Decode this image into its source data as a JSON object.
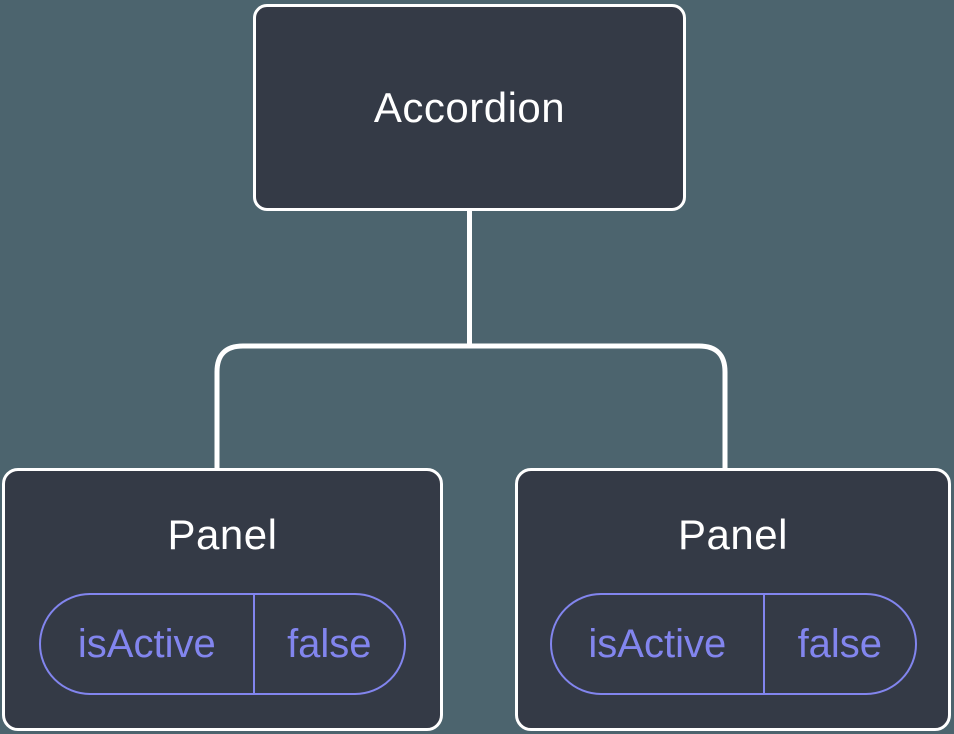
{
  "diagram": {
    "root_node": {
      "label": "Accordion"
    },
    "panels": [
      {
        "label": "Panel",
        "state_key": "isActive",
        "state_value": "false"
      },
      {
        "label": "Panel",
        "state_key": "isActive",
        "state_value": "false"
      }
    ],
    "colors": {
      "background": "#4C646E",
      "node_fill": "#343A46",
      "node_border": "#FFFFFF",
      "node_text": "#FFFFFF",
      "state_accent": "#8285EE",
      "connector": "#FFFFFF"
    }
  }
}
